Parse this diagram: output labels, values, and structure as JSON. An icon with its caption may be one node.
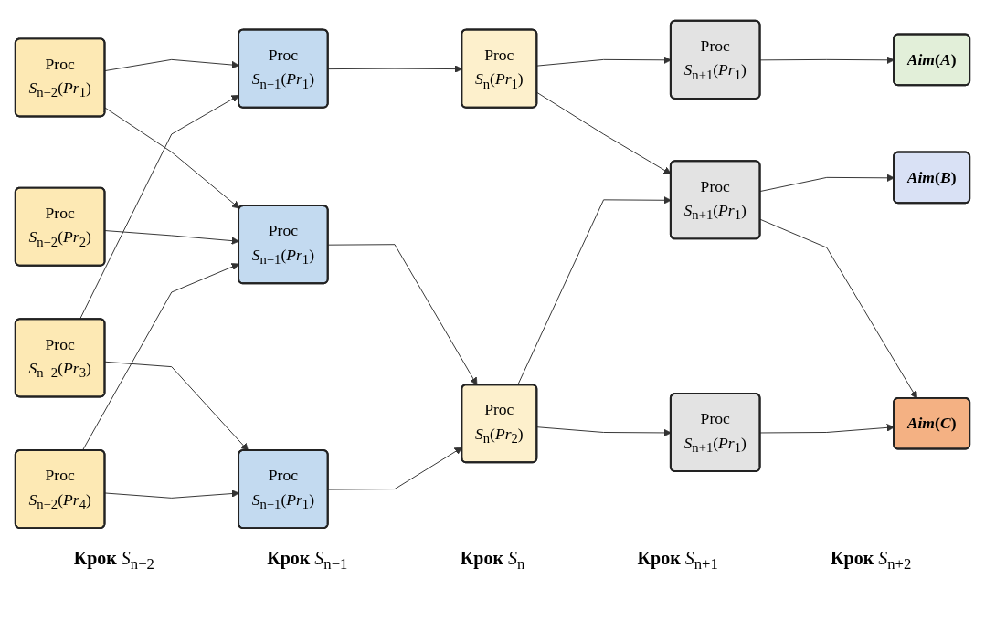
{
  "diagram": {
    "nodes": [
      {
        "text": [
          "Proc",
          "*S*$_{n−2}$(*Pr*$_{1}$)"
        ]
      },
      {
        "text": [
          "Proc",
          "*S*$_{n−2}$(*Pr*$_{2}$)"
        ]
      },
      {
        "text": [
          "Proc",
          "*S*$_{n−2}$(*Pr*$_{3}$)"
        ]
      },
      {
        "text": [
          "Proc",
          "*S*$_{n−2}$(*Pr*$_{4}$)"
        ]
      },
      {
        "text": [
          "Proc",
          "*S*$_{n−1}$(*Pr*$_{1}$)"
        ]
      },
      {
        "text": [
          "Proc",
          "*S*$_{n−1}$(*Pr*$_{1}$)"
        ]
      },
      {
        "text": [
          "Proc",
          "*S*$_{n−1}$(*Pr*$_{1}$)"
        ]
      },
      {
        "text": [
          "Proc",
          "*S*$_{n}$(*Pr*$_{1}$)"
        ]
      },
      {
        "text": [
          "Proc",
          "*S*$_{n}$(*Pr*$_{2}$)"
        ]
      },
      {
        "text": [
          "Proc",
          "*S*$_{n+1}$(*Pr*$_{1}$)"
        ]
      },
      {
        "text": [
          "Proc",
          "*S*$_{n+1}$(*Pr*$_{1}$)"
        ]
      },
      {
        "text": [
          "Proc",
          "*S*$_{n+1}$(*Pr*$_{1}$)"
        ]
      },
      {
        "text": [
          "*Aim*(*A*)"
        ]
      },
      {
        "text": [
          "*Aim*(*B*)"
        ]
      },
      {
        "text": [
          "*Aim*(*C*)"
        ]
      }
    ],
    "edges": [
      {
        "from": 0,
        "to": 4,
        "arrow": "to"
      },
      {
        "from": 0,
        "to": 5,
        "arrow": "to"
      },
      {
        "from": 1,
        "to": 5,
        "arrow": "to"
      },
      {
        "from": 2,
        "to": 4,
        "arrow": "to"
      },
      {
        "from": 2,
        "to": 6,
        "arrow": "to"
      },
      {
        "from": 3,
        "to": 5,
        "arrow": "to"
      },
      {
        "from": 3,
        "to": 6,
        "arrow": "to"
      },
      {
        "from": 4,
        "to": 7,
        "arrow": "to"
      },
      {
        "from": 5,
        "to": 8,
        "arrow": "to"
      },
      {
        "from": 6,
        "to": 8,
        "arrow": "to"
      },
      {
        "from": 7,
        "to": 9,
        "arrow": "to"
      },
      {
        "from": 7,
        "to": 10,
        "arrow": "to"
      },
      {
        "from": 8,
        "to": 10,
        "arrow": "to"
      },
      {
        "from": 8,
        "to": 11,
        "arrow": "to"
      },
      {
        "from": 9,
        "to": 12,
        "arrow": "to"
      },
      {
        "from": 10,
        "to": 13,
        "arrow": "to"
      },
      {
        "from": 10,
        "to": 14,
        "arrow": "to"
      },
      {
        "from": 11,
        "to": 14,
        "arrow": "to"
      }
    ],
    "labels": [
      "**Крок** *S*$_{n−2}$",
      "**Крок** *S*$_{n−1}$",
      "**Крок** *S*$_{n}$",
      "**Крок** *S*$_{n+1}$",
      "**Крок** *S*$_{n+2}$"
    ]
  }
}
